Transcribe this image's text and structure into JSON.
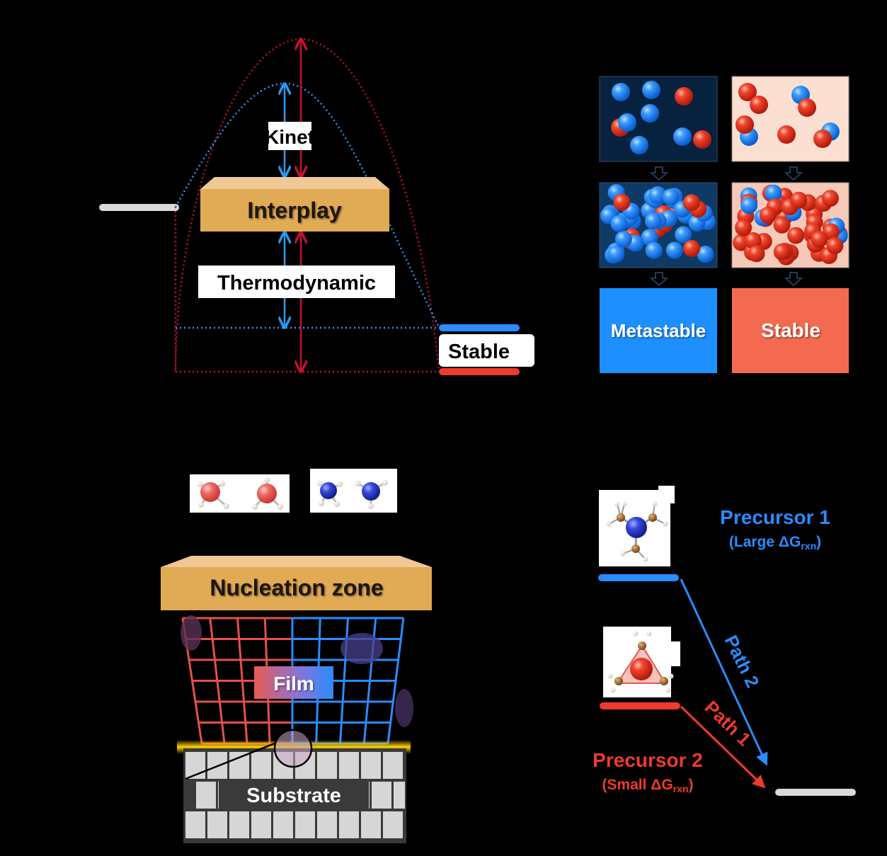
{
  "panel_a": {
    "kinetic_label": "Kinet",
    "interplay_label": "Interplay",
    "thermodynamic_label": "Thermodynamic",
    "stable_label": "Stable"
  },
  "panel_b": {
    "metastable_label": "Metastable",
    "stable_label": "Stable"
  },
  "panel_c": {
    "nucleation_label": "Nucleation zone",
    "film_label": "Film",
    "substrate_label": "Substrate"
  },
  "panel_d": {
    "precursor1_title": "Precursor 1",
    "precursor1_sub": "(Large ΔG",
    "precursor1_subscript": "rxn",
    "precursor2_title": "Precursor 2",
    "precursor2_sub": "(Small ΔG",
    "precursor2_subscript": "rxn",
    "path1_label": "Path 1",
    "path2_label": "Path 2"
  },
  "colors": {
    "blue": "#2a8cff",
    "red": "#ee3b2c",
    "dark_red": "#c8102e",
    "gold": "#e1aa55",
    "metastable_box": "#1e8fff",
    "stable_box": "#f46a50",
    "light_pink": "#fbe0d2",
    "dark_navy": "#06223f"
  }
}
